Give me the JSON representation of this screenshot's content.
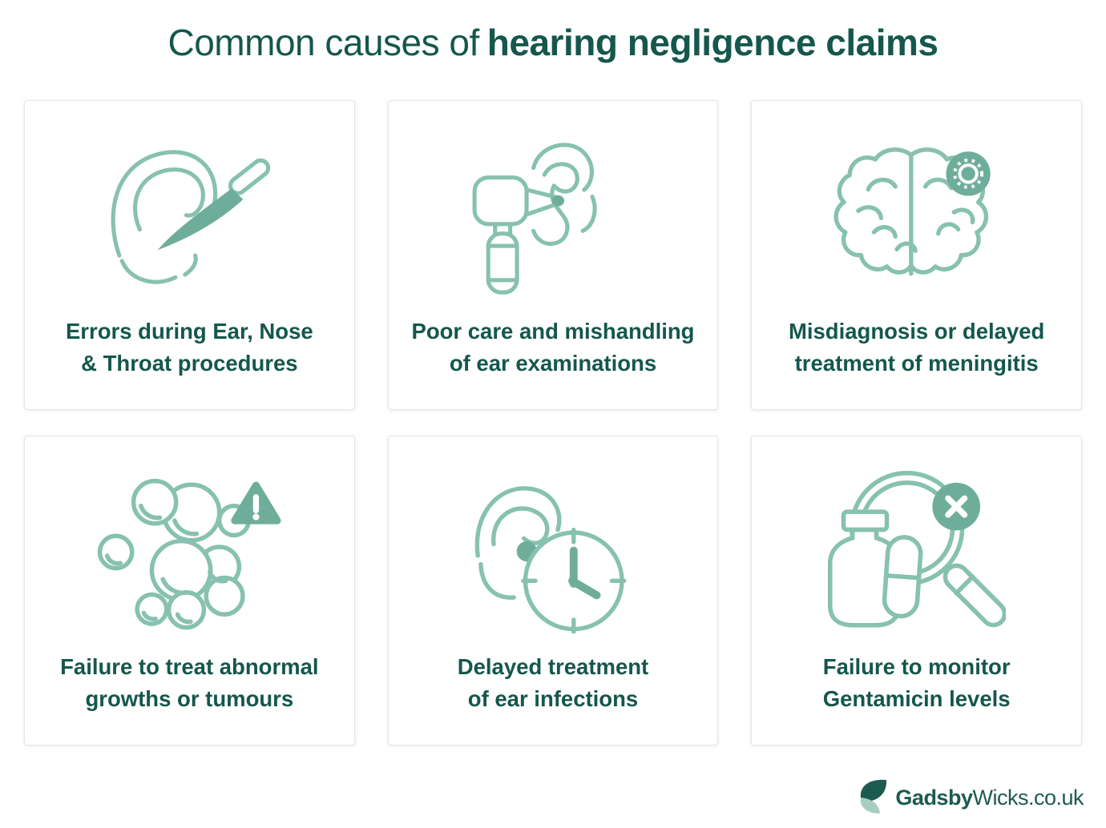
{
  "title": {
    "prefix": "Common causes of",
    "emphasis": "hearing negligence claims"
  },
  "cards": [
    {
      "icon": "ear-scalpel-icon",
      "line1": "Errors during Ear, Nose",
      "line2": "& Throat procedures"
    },
    {
      "icon": "otoscope-ear-icon",
      "line1": "Poor care and mishandling",
      "line2": "of ear examinations"
    },
    {
      "icon": "brain-virus-icon",
      "line1": "Misdiagnosis or delayed",
      "line2": "treatment of meningitis"
    },
    {
      "icon": "tumour-growths-warning-icon",
      "line1": "Failure to treat abnormal",
      "line2": "growths or tumours"
    },
    {
      "icon": "ear-clock-icon",
      "line1": "Delayed treatment",
      "line2": "of ear infections"
    },
    {
      "icon": "medicine-magnifier-icon",
      "line1": "Failure to monitor",
      "line2": "Gentamicin levels"
    }
  ],
  "footer": {
    "brand_bold": "Gadsby",
    "brand_rest": "Wicks.co.uk"
  },
  "colors": {
    "page_bg": "#ffffff",
    "text_dark": "#15574C",
    "icon_stroke": "#87C1B0",
    "icon_accent": "#6FAD9B",
    "card_border": "#E5E5E5",
    "logo_dark": "#1B5B50",
    "logo_light": "#A6CFC1"
  }
}
